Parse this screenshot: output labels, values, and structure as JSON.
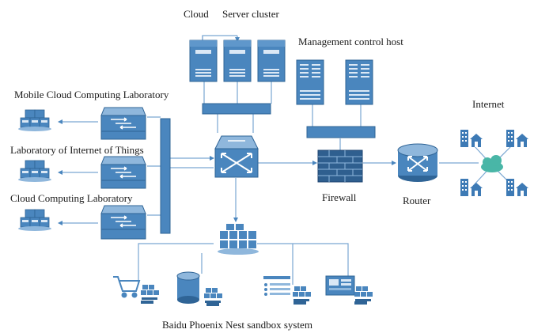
{
  "labels": {
    "cloud": "Cloud",
    "server_cluster": "Server cluster",
    "management_host": "Management control host",
    "mobile_lab": "Mobile Cloud Computing Laboratory",
    "iot_lab": "Laboratory of Internet of Things",
    "cloud_lab": "Cloud Computing Laboratory",
    "firewall": "Firewall",
    "router": "Router",
    "internet": "Internet",
    "sandbox": "Baidu Phoenix Nest sandbox system"
  },
  "colors": {
    "device_blue": "#4a86be",
    "device_dark": "#2f6496",
    "device_light": "#8fb7dc",
    "firewall_brick": "#2f5f8f",
    "link_line": "#7aa7d2",
    "cloud_green": "#49b6a7",
    "building_blue": "#3d7ab5",
    "text": "#1a1a1a"
  },
  "icons": {
    "server_cluster": "server-tower-icon",
    "management_host": "server-rack-icon",
    "lab_switch": "switch-icon",
    "lab_pc": "pc-cluster-icon",
    "core_switch": "core-switch-icon",
    "firewall": "firewall-icon",
    "router": "router-icon",
    "internet": "cloud-icon",
    "sandbox_devices": [
      "shopping-cart-icon",
      "database-icon",
      "list-document-icon",
      "monitor-icon"
    ]
  }
}
